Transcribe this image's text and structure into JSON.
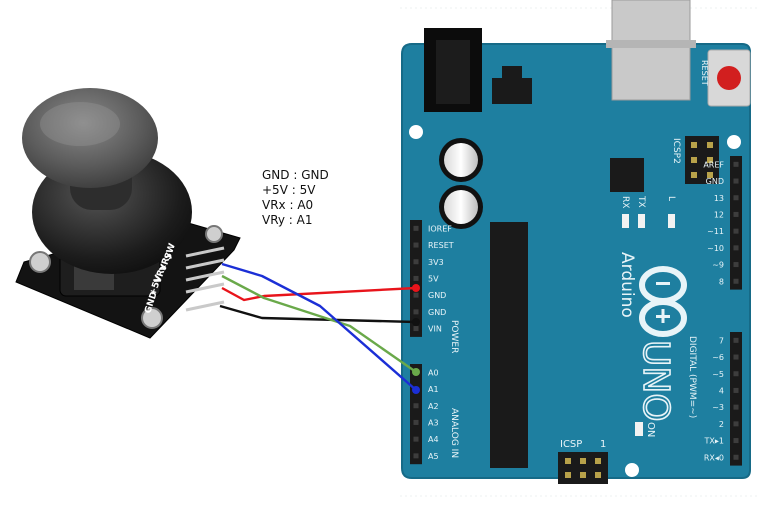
{
  "connections": [
    {
      "text": "GND : GND",
      "color": "#111111"
    },
    {
      "text": "+5V : 5V",
      "color": "#e8141b"
    },
    {
      "text": "VRx : A0",
      "color": "#6aa94a"
    },
    {
      "text": "VRy : A1",
      "color": "#1b2fd6"
    }
  ],
  "joystick": {
    "pin_labels": [
      "GND",
      "+5V",
      "VRx",
      "VRy",
      "SW"
    ]
  },
  "arduino": {
    "brand": "Arduino",
    "model": "UNO",
    "reset_label": "RESET",
    "icsp2_label": "ICSP2",
    "icsp_label": "ICSP",
    "icsp_pin": "1",
    "on_label": "ON",
    "led_l": "L",
    "led_tx": "TX",
    "led_rx": "RX",
    "power_pins": [
      "IOREF",
      "RESET",
      "3V3",
      "5V",
      "GND",
      "GND",
      "VIN"
    ],
    "power_header": "POWER",
    "analog_pins": [
      "A0",
      "A1",
      "A2",
      "A3",
      "A4",
      "A5"
    ],
    "analog_header": "ANALOG IN",
    "digital_top": [
      "AREF",
      "GND",
      "13",
      "12",
      "~11",
      "~10",
      "~9",
      "8"
    ],
    "digital_bottom": [
      "7",
      "~6",
      "~5",
      "4",
      "~3",
      "2",
      "TX▸1",
      "RX◂0"
    ],
    "digital_header": "DIGITAL (PWM=~)"
  },
  "colors": {
    "board": "#1e7fa0",
    "board_edge": "#166a87",
    "silkscreen": "#e8f4f8",
    "header": "#1a1a1a",
    "wire_gnd": "#111111",
    "wire_5v": "#e8141b",
    "wire_vrx": "#6aa94a",
    "wire_vry": "#1b2fd6"
  }
}
